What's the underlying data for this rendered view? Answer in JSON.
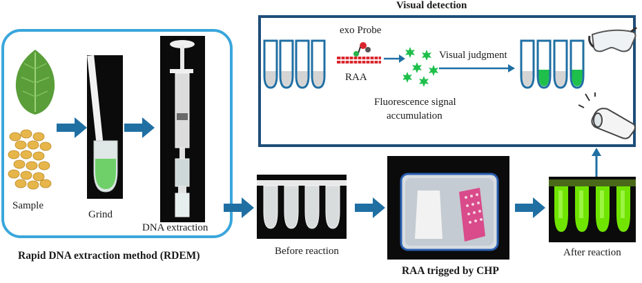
{
  "title_visual": "Visual detection",
  "labels": {
    "sample": "Sample",
    "grind": "Grind",
    "dna_extraction": "DNA extraction",
    "rdem": "Rapid DNA extraction method (RDEM)",
    "before_reaction": "Before reaction",
    "raa_chp": "RAA trigged by CHP",
    "after_reaction": "After reaction",
    "exo_probe": "exo Probe",
    "raa": "RAA",
    "visual_judgment": "Visual judgment",
    "fluorescence_1": "Fluorescence signal",
    "fluorescence_2": "accumulation"
  },
  "colors": {
    "rdem_border": "#3aa6dc",
    "visual_border": "#1f4e78",
    "arrow": "#1f6fa3",
    "green_liquid": "#1fbf4c",
    "fluor_green": "#7CFC00"
  }
}
